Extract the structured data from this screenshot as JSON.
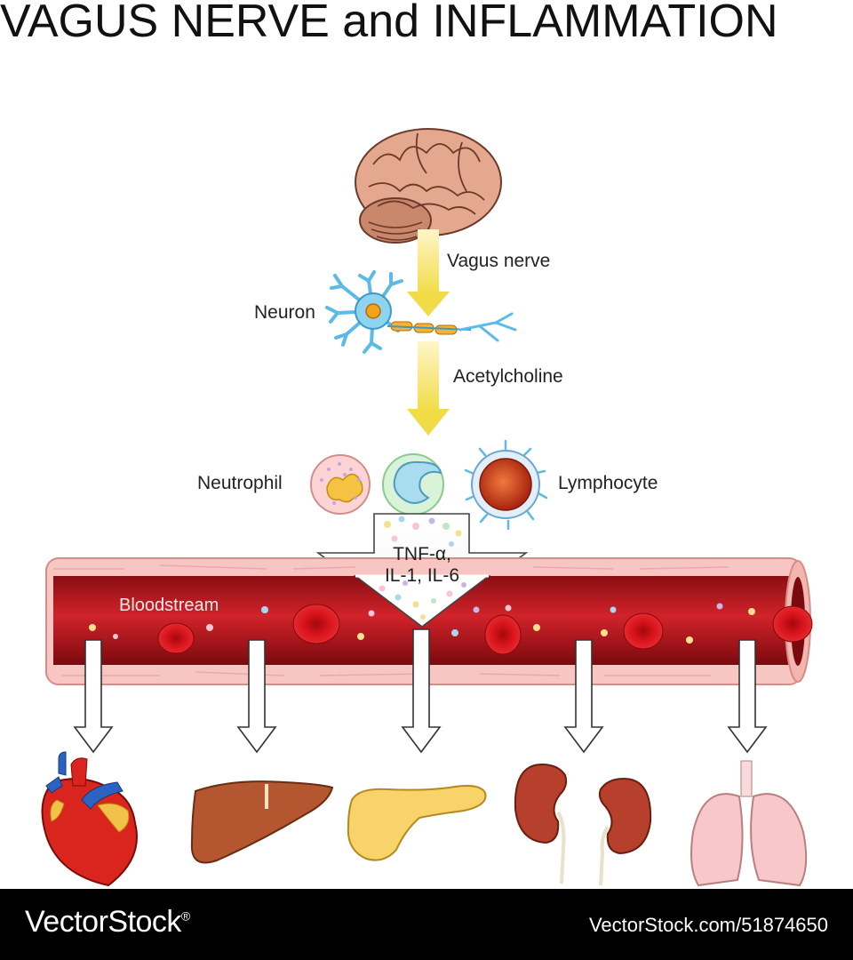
{
  "title": "VAGUS NERVE and INFLAMMATION",
  "labels": {
    "vagus_nerve": "Vagus nerve",
    "neuron": "Neuron",
    "acetylcholine": "Acetylcholine",
    "neutrophil": "Neutrophil",
    "lymphocyte": "Lymphocyte",
    "cytokines_line1": "TNF-α,",
    "cytokines_line2": "IL-1, IL-6",
    "bloodstream": "Bloodstream"
  },
  "organs": [
    "heart",
    "liver",
    "pancreas",
    "kidneys",
    "lungs"
  ],
  "footer": {
    "brand": "VectorStock",
    "registered_mark": "®",
    "image_id": "VectorStock.com/51874650"
  },
  "colors": {
    "arrow": "#f3e36a",
    "vessel": "#c0161c",
    "vessel_wall": "#f7c6c2",
    "brain": "#e3a88e"
  }
}
